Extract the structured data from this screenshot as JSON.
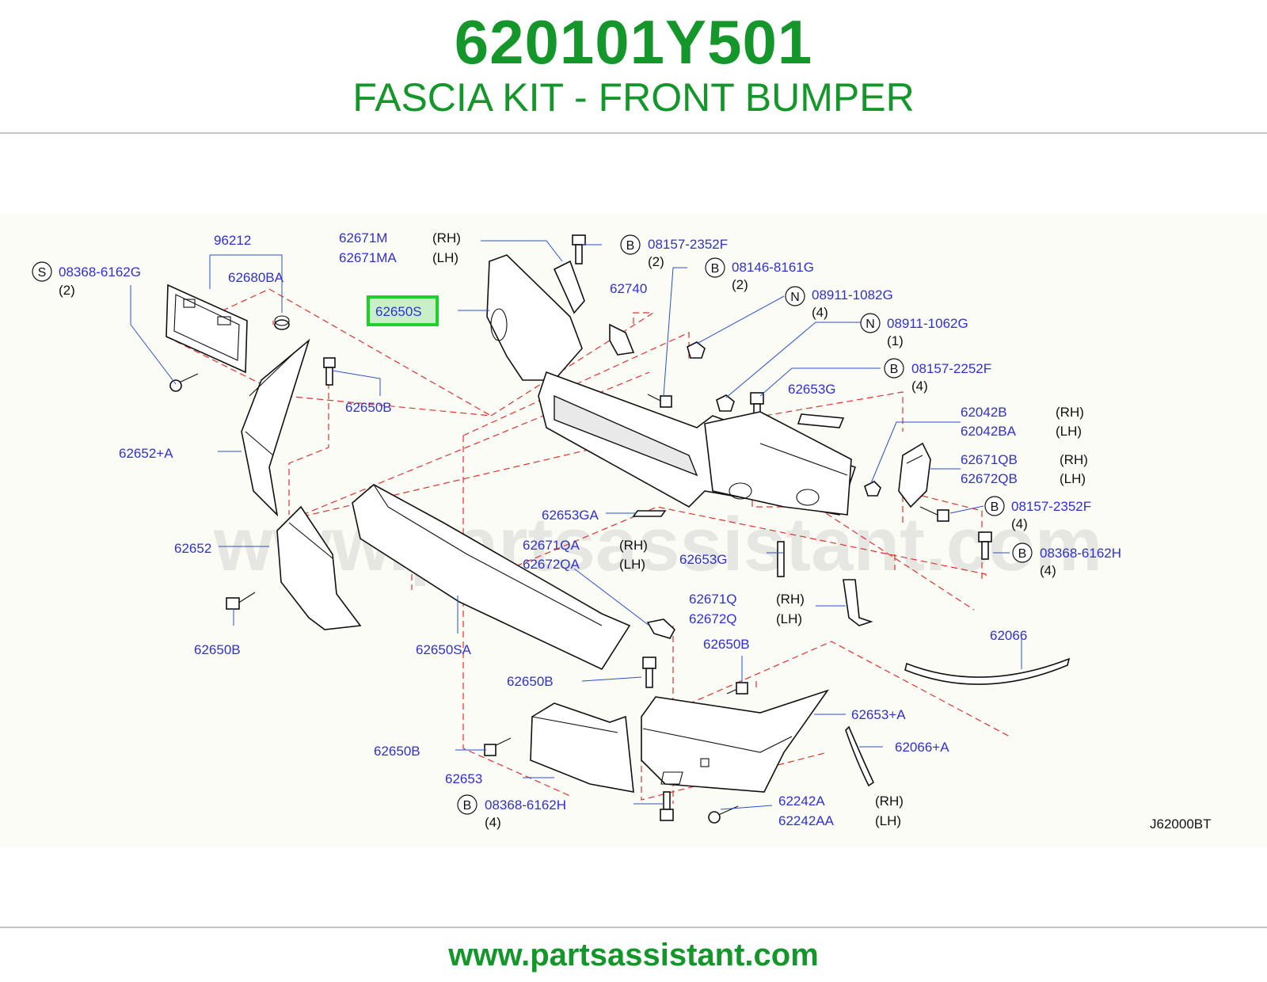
{
  "header": {
    "part_number": "620101Y501",
    "part_name": "FASCIA KIT - FRONT BUMPER"
  },
  "footer": {
    "url": "www.partsassistant.com"
  },
  "watermark": "www.partsassistant.com",
  "diagram": {
    "code": "J62000BT",
    "highlight_color": "#1fcf2a",
    "label_color": "#2f2fd6",
    "callouts": [
      {
        "id": "c1",
        "text": "96212"
      },
      {
        "id": "c2",
        "prefix": "S",
        "text": "08368-6162G",
        "qty": "(2)"
      },
      {
        "id": "c3",
        "text": "62680BA"
      },
      {
        "id": "c4",
        "text": "62671M",
        "side": "(RH)"
      },
      {
        "id": "c5",
        "text": "62671MA",
        "side": "(LH)"
      },
      {
        "id": "c6",
        "text": "62650S",
        "highlighted": true
      },
      {
        "id": "c7",
        "prefix": "B",
        "text": "08157-2352F",
        "qty": "(2)"
      },
      {
        "id": "c8",
        "prefix": "B",
        "text": "08146-8161G",
        "qty": "(2)"
      },
      {
        "id": "c9",
        "text": "62740"
      },
      {
        "id": "c10",
        "prefix": "N",
        "text": "08911-1082G",
        "qty": "(4)"
      },
      {
        "id": "c11",
        "prefix": "N",
        "text": "08911-1062G",
        "qty": "(1)"
      },
      {
        "id": "c12",
        "text": "62650B"
      },
      {
        "id": "c13",
        "prefix": "B",
        "text": "08157-2252F",
        "qty": "(4)"
      },
      {
        "id": "c14",
        "text": "62653G"
      },
      {
        "id": "c15",
        "text": "62652+A"
      },
      {
        "id": "c16",
        "text": "62042B",
        "side": "(RH)"
      },
      {
        "id": "c17",
        "text": "62042BA",
        "side": "(LH)"
      },
      {
        "id": "c18",
        "text": "62671QB",
        "side": "(RH)"
      },
      {
        "id": "c19",
        "text": "62672QB",
        "side": "(LH)"
      },
      {
        "id": "c20",
        "prefix": "B",
        "text": "08157-2352F",
        "qty": "(4)"
      },
      {
        "id": "c21",
        "text": "62653GA"
      },
      {
        "id": "c22",
        "text": "62652"
      },
      {
        "id": "c23",
        "text": "62671QA",
        "side": "(RH)"
      },
      {
        "id": "c24",
        "text": "62672QA",
        "side": "(LH)"
      },
      {
        "id": "c25",
        "text": "62653G"
      },
      {
        "id": "c26",
        "prefix": "B",
        "text": "08368-6162H",
        "qty": "(4)"
      },
      {
        "id": "c27",
        "text": "62671Q",
        "side": "(RH)"
      },
      {
        "id": "c28",
        "text": "62672Q",
        "side": "(LH)"
      },
      {
        "id": "c29",
        "text": "62650B"
      },
      {
        "id": "c30",
        "text": "62650SA"
      },
      {
        "id": "c31",
        "text": "62066"
      },
      {
        "id": "c32",
        "text": "62650B"
      },
      {
        "id": "c33",
        "text": "62650B"
      },
      {
        "id": "c34",
        "text": "62653+A"
      },
      {
        "id": "c35",
        "text": "62650B"
      },
      {
        "id": "c36",
        "text": "62066+A"
      },
      {
        "id": "c37",
        "text": "62653"
      },
      {
        "id": "c38",
        "prefix": "B",
        "text": "08368-6162H",
        "qty": "(4)"
      },
      {
        "id": "c39",
        "text": "62242A",
        "side": "(RH)"
      },
      {
        "id": "c40",
        "text": "62242AA",
        "side": "(LH)"
      }
    ]
  }
}
